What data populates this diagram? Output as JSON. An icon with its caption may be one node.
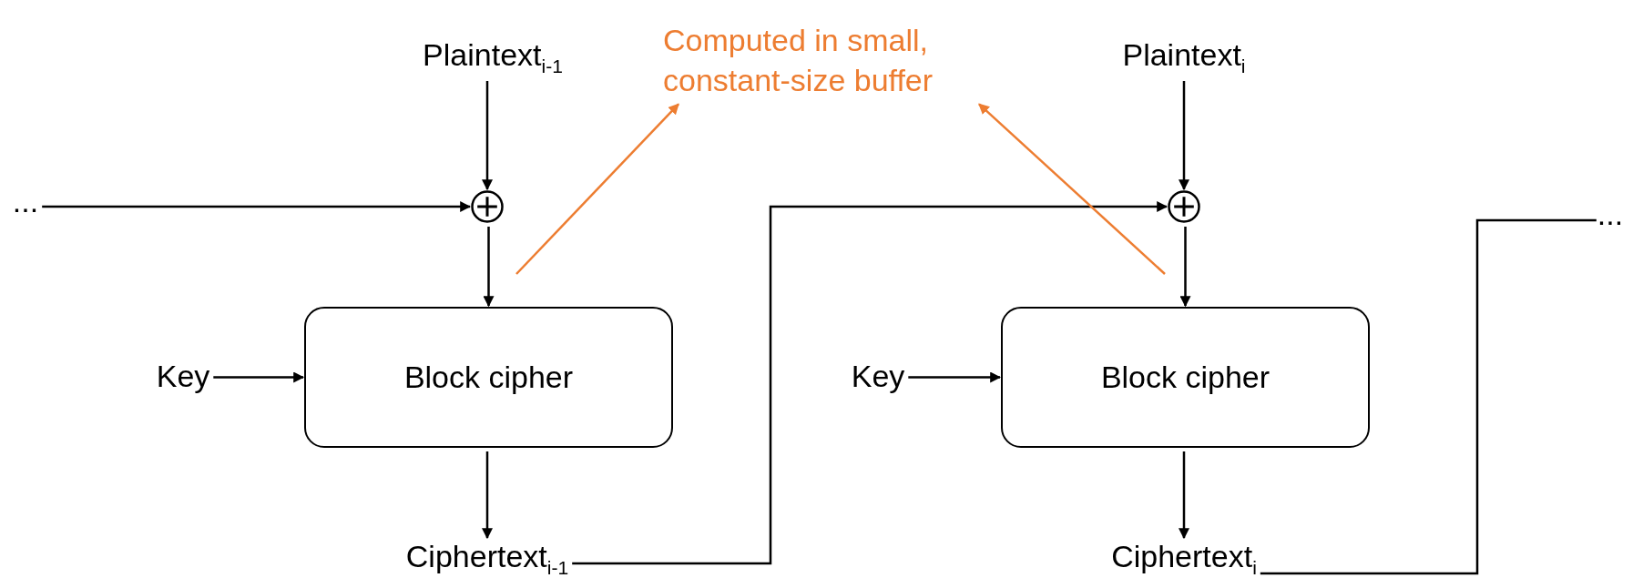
{
  "diagram": {
    "nodes": [
      {
        "text": [
          "..."
        ]
      },
      {
        "text": [
          "Plaintext$_{i-1}$"
        ]
      },
      {
        "text": [],
        "shape": "circle"
      },
      {
        "text": [
          "Key"
        ]
      },
      {
        "text": [
          "Block cipher"
        ]
      },
      {
        "text": [
          "Ciphertext$_{i-1}$"
        ]
      },
      {
        "text": [
          "Plaintext$_{i}$"
        ]
      },
      {
        "text": [],
        "shape": "circle"
      },
      {
        "text": [
          "Key"
        ]
      },
      {
        "text": [
          "Block cipher"
        ]
      },
      {
        "text": [
          "Ciphertext$_{i}$"
        ]
      },
      {
        "text": [
          "..."
        ]
      },
      {
        "text": [
          "Computed in small, constant-size buffer"
        ]
      }
    ],
    "edges": [
      {
        "from": 0,
        "to": 2,
        "arrow": "to"
      },
      {
        "from": 1,
        "to": 2,
        "arrow": "to"
      },
      {
        "from": 2,
        "to": 4,
        "arrow": "to"
      },
      {
        "from": 3,
        "to": 4,
        "arrow": "to"
      },
      {
        "from": 4,
        "to": 5,
        "arrow": "to"
      },
      {
        "from": 5,
        "to": 7,
        "arrow": "to"
      },
      {
        "from": 6,
        "to": 7,
        "arrow": "to"
      },
      {
        "from": 7,
        "to": 9,
        "arrow": "to"
      },
      {
        "from": 8,
        "to": 9,
        "arrow": "to"
      },
      {
        "from": 9,
        "to": 10,
        "arrow": "to"
      },
      {
        "from": 10,
        "to": 11,
        "arrow": "none"
      },
      {
        "from": null,
        "to": 12,
        "arrow": "to",
        "color": "#ed7d31"
      },
      {
        "from": null,
        "to": 12,
        "arrow": "to",
        "color": "#ed7d31"
      }
    ]
  }
}
